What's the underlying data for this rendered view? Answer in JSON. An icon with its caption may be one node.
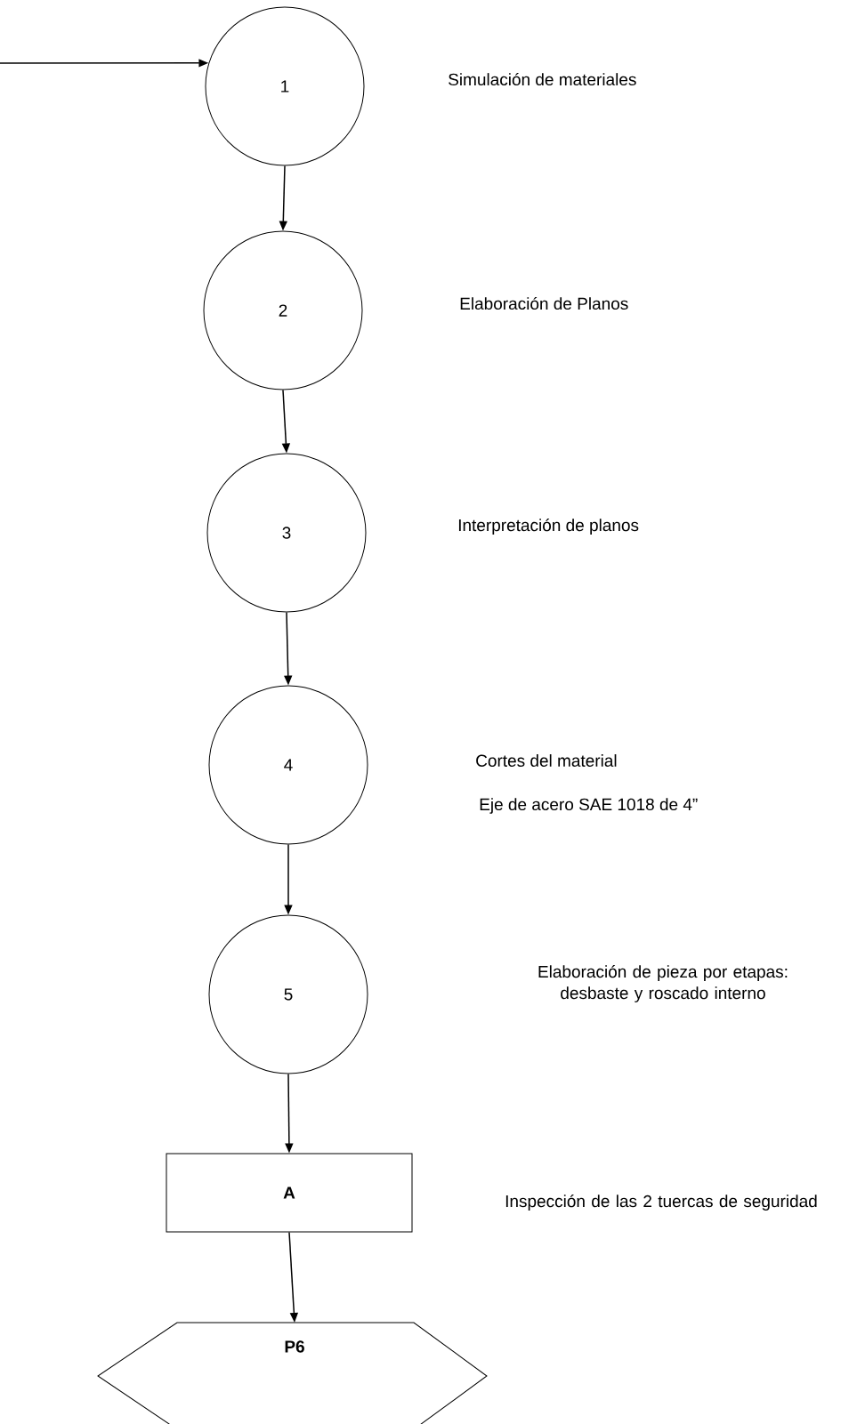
{
  "diagram": {
    "nodes": [
      {
        "text": [
          "1"
        ]
      },
      {
        "text": [
          "2"
        ]
      },
      {
        "text": [
          "3"
        ]
      },
      {
        "text": [
          "4"
        ]
      },
      {
        "text": [
          "5"
        ]
      },
      {
        "text": [
          "A"
        ]
      },
      {
        "text": [
          "P6"
        ]
      }
    ],
    "edges": [
      {
        "from": null,
        "to": 0,
        "arrow": "to"
      },
      {
        "from": 0,
        "to": 1,
        "arrow": "to"
      },
      {
        "from": 1,
        "to": 2,
        "arrow": "to"
      },
      {
        "from": 2,
        "to": 3,
        "arrow": "to"
      },
      {
        "from": 3,
        "to": 4,
        "arrow": "to"
      },
      {
        "from": 4,
        "to": 5,
        "arrow": "to"
      },
      {
        "from": 5,
        "to": 6,
        "arrow": "to"
      }
    ],
    "labels": [
      "Simulación de materiales",
      "Elaboración de Planos",
      "Interpretación de planos",
      "Cortes del material",
      "Eje de acero SAE 1018 de 4”",
      "Elaboración de pieza por etapas: desbaste y roscado interno",
      "Inspección de las 2 tuercas de seguridad"
    ]
  }
}
